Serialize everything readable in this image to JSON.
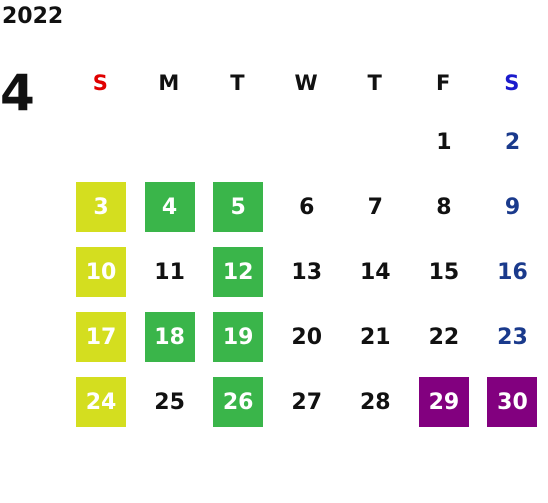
{
  "year": "2022",
  "month": "4",
  "colors": {
    "sunday_header": "#e00000",
    "saturday_header": "#1a1acc",
    "saturday_text": "#1a3a8c",
    "default_text": "#111111",
    "hl_yellow": "#d4de1f",
    "hl_green": "#3ab54a",
    "hl_purple": "#82007f",
    "hl_text": "#ffffff"
  },
  "weekdays": [
    {
      "label": "S",
      "kind": "sun"
    },
    {
      "label": "M",
      "kind": "wd"
    },
    {
      "label": "T",
      "kind": "wd"
    },
    {
      "label": "W",
      "kind": "wd"
    },
    {
      "label": "T",
      "kind": "wd"
    },
    {
      "label": "F",
      "kind": "wd"
    },
    {
      "label": "S",
      "kind": "sat"
    }
  ],
  "weeks": [
    [
      null,
      null,
      null,
      null,
      null,
      {
        "d": "1"
      },
      {
        "d": "2"
      }
    ],
    [
      {
        "d": "3",
        "hl": "yellow"
      },
      {
        "d": "4",
        "hl": "green"
      },
      {
        "d": "5",
        "hl": "green"
      },
      {
        "d": "6"
      },
      {
        "d": "7"
      },
      {
        "d": "8"
      },
      {
        "d": "9"
      }
    ],
    [
      {
        "d": "10",
        "hl": "yellow"
      },
      {
        "d": "11"
      },
      {
        "d": "12",
        "hl": "green"
      },
      {
        "d": "13"
      },
      {
        "d": "14"
      },
      {
        "d": "15"
      },
      {
        "d": "16"
      }
    ],
    [
      {
        "d": "17",
        "hl": "yellow"
      },
      {
        "d": "18",
        "hl": "green"
      },
      {
        "d": "19",
        "hl": "green"
      },
      {
        "d": "20"
      },
      {
        "d": "21"
      },
      {
        "d": "22"
      },
      {
        "d": "23"
      }
    ],
    [
      {
        "d": "24",
        "hl": "yellow"
      },
      {
        "d": "25"
      },
      {
        "d": "26",
        "hl": "green"
      },
      {
        "d": "27"
      },
      {
        "d": "28"
      },
      {
        "d": "29",
        "hl": "purple"
      },
      {
        "d": "30",
        "hl": "purple"
      }
    ]
  ]
}
